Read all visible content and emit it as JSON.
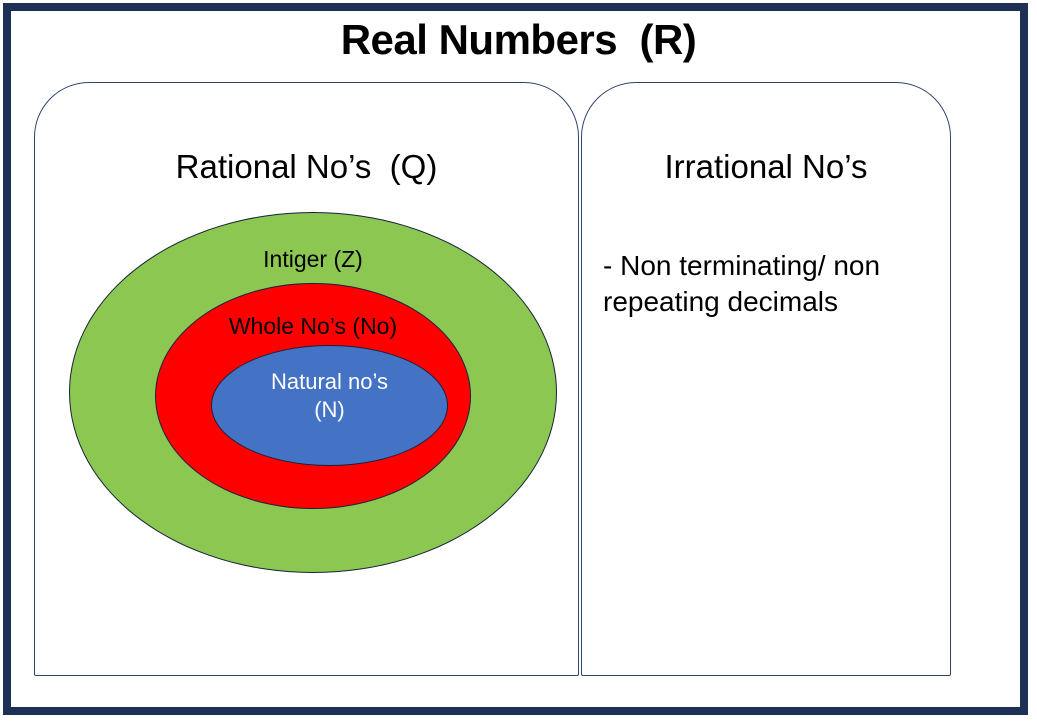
{
  "diagram": {
    "title": "Real Numbers  (R)",
    "frame_color": "#1F3055",
    "panels": [
      {
        "key": "rational",
        "heading": "Rational No’s  (Q)"
      },
      {
        "key": "irrational",
        "heading": "Irrational No’s",
        "body": "- Non terminating/ non repeating decimals"
      }
    ],
    "sets": [
      {
        "key": "integer",
        "label": "Intiger (Z)",
        "fill": "#8CC751",
        "text_color": "#000000"
      },
      {
        "key": "whole",
        "label": "Whole No’s (No)",
        "fill": "#FF0000",
        "text_color": "#000000"
      },
      {
        "key": "natural",
        "label": "Natural no’s\n(N)",
        "fill": "#4472C4",
        "text_color": "#FFFFFF"
      }
    ]
  }
}
